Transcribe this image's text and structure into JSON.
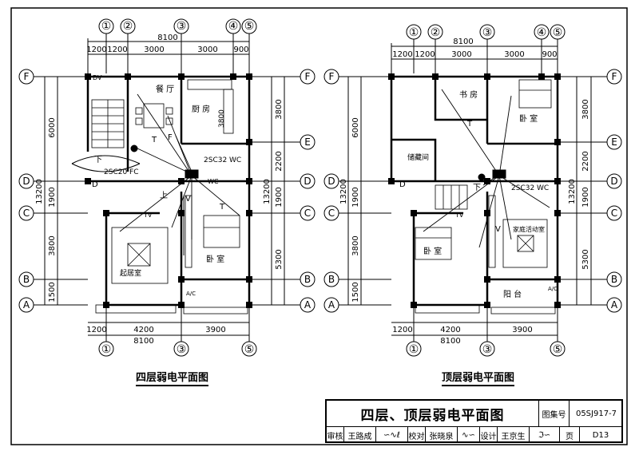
{
  "axes": {
    "top_left": [
      "①",
      "②",
      "③",
      "④",
      "⑤"
    ],
    "top_right": [
      "①",
      "②",
      "③",
      "④",
      "⑤"
    ],
    "bottom": [
      "①",
      "③",
      "⑤"
    ],
    "rows": [
      "F",
      "E",
      "D",
      "C",
      "B",
      "A"
    ]
  },
  "dims": {
    "total_top": "8100",
    "top_segments": [
      "1200",
      "1200",
      "3000",
      "3000",
      "900"
    ],
    "bottom_segments": [
      "1200",
      "4200",
      "3900"
    ],
    "total_bottom": "8100",
    "left_vertical": [
      "6000",
      "1900",
      "3800",
      "1500"
    ],
    "left_total": "13200",
    "right_vertical": [
      "3800",
      "2200",
      "1900",
      "5300"
    ],
    "right_total": "13200"
  },
  "left_plan": {
    "caption": "四层弱电平面图",
    "rooms": [
      "餐 厅",
      "厨 房",
      "卧 室",
      "起居室",
      "下",
      "上"
    ],
    "labels": [
      "2SC20 FC",
      "2SC32 WC",
      "WC",
      "T",
      "F",
      "V",
      "TV",
      "DV",
      "D",
      "A/C"
    ],
    "dims_inner": "3800"
  },
  "right_plan": {
    "caption": "顶层弱电平面图",
    "rooms": [
      "书 房",
      "卧 室",
      "储藏间",
      "卧 室",
      "家庭活动室",
      "阳 台",
      "下"
    ],
    "labels": [
      "2SC32 WC",
      "T",
      "V",
      "TV",
      "D",
      "A/C"
    ]
  },
  "title_block": {
    "title": "四层、顶层弱电平面图",
    "atlas_label": "图集号",
    "atlas_no": "05SJ917-7",
    "page_label": "页",
    "page_no": "D13",
    "review_label": "审核",
    "reviewer": "王路成",
    "check_label": "校对",
    "checker": "张晓泉",
    "design_label": "设计",
    "designer": "王京生"
  }
}
